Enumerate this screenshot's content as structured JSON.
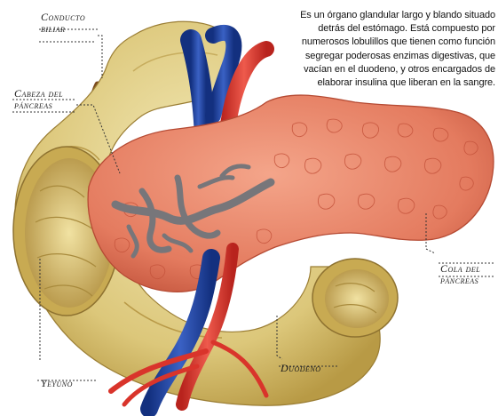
{
  "labels": {
    "conducto_biliar": [
      "Conducto",
      "biliar"
    ],
    "cabeza_pancreas": [
      "Cabeza del",
      "páncreas"
    ],
    "cola_pancreas": [
      "Cola del",
      "páncreas"
    ],
    "yeyuno": "Yeyuno",
    "duodeno": "Duodeno"
  },
  "description": "Es un órgano glandular largo y blando situado detrás del estómago. Está compuesto por numerosos lobulillos que tienen como función segregar poderosas enzimas digestivas, que vacían en el duodeno, y otros encargados de elaborar insulina que liberan en la sangre.",
  "colors": {
    "intestine": "#e4d38a",
    "intestine_dark": "#b79a3e",
    "pancreas": "#e9856a",
    "pancreas_dark": "#c9533c",
    "artery": "#d9342b",
    "vein": "#1d3e9c",
    "duct": "#7d7d80"
  }
}
